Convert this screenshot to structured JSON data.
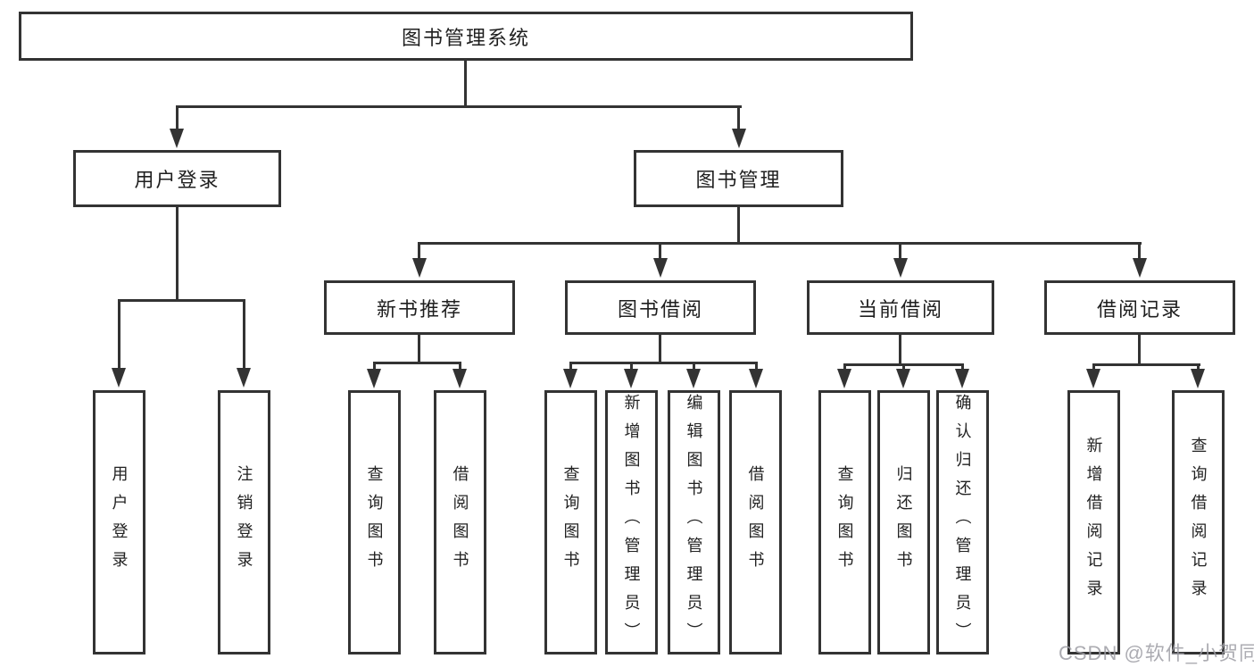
{
  "diagram_title": "图书管理系统",
  "nodes": {
    "root": "图书管理系统",
    "user_login": "用户登录",
    "book_mgmt": "图书管理",
    "new_book_rec": "新书推荐",
    "book_borrow": "图书借阅",
    "current_borrow": "当前借阅",
    "borrow_record": "借阅记录",
    "leaf_user_login": "用户登录",
    "leaf_logout": "注销登录",
    "leaf_nb_query": "查询图书",
    "leaf_nb_borrow": "借阅图书",
    "leaf_bb_query": "查询图书",
    "leaf_bb_add": "新增图书（管理员）",
    "leaf_bb_edit": "编辑图书（管理员）",
    "leaf_bb_borrow": "借阅图书",
    "leaf_cb_query": "查询图书",
    "leaf_cb_return": "归还图书",
    "leaf_cb_confirm": "确认归还（管理员）",
    "leaf_br_add": "新增借阅记录",
    "leaf_br_query": "查询借阅记录"
  },
  "watermark": "CSDN @软件_小贺同学",
  "colors": {
    "line": "#333333",
    "box_border": "#333333",
    "text": "#1f1f1f",
    "watermark": "#9e9ea5",
    "background": "#ffffff"
  }
}
